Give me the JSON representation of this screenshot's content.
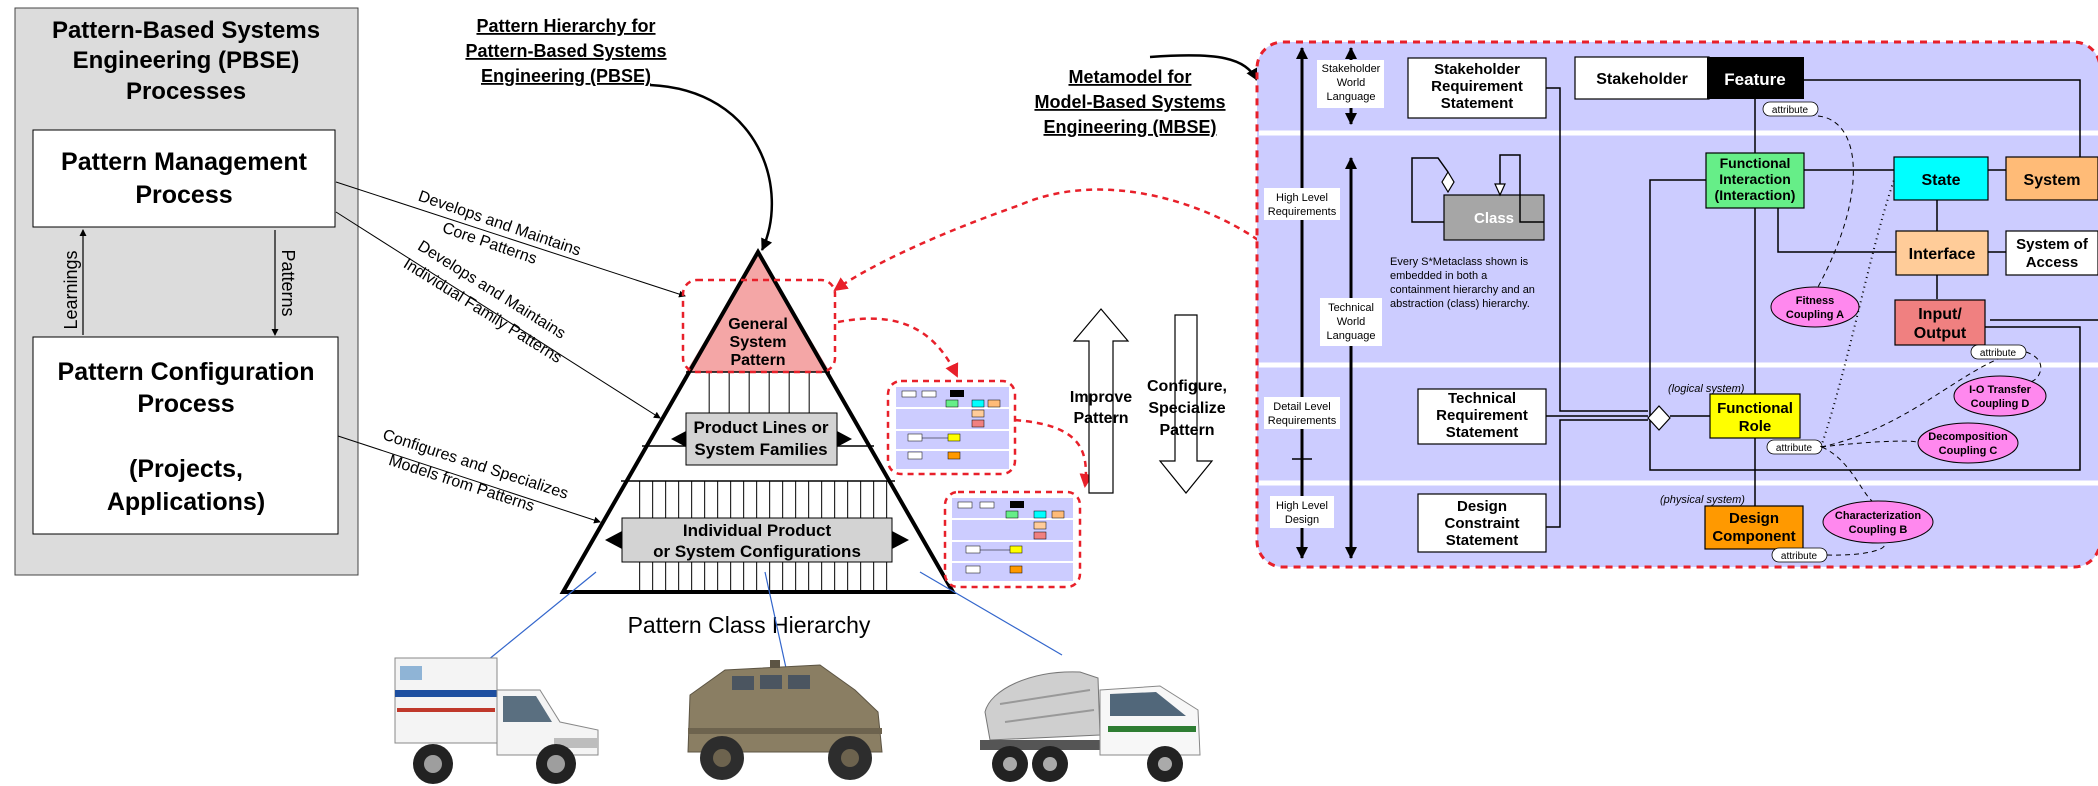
{
  "pbse": {
    "title": [
      "Pattern-Based Systems",
      "Engineering (PBSE)",
      "Processes"
    ],
    "mgmt": [
      "Pattern Management",
      "Process"
    ],
    "config": [
      "Pattern Configuration",
      "Process",
      "",
      "(Projects,",
      "Applications)"
    ],
    "learnings": "Learnings",
    "patterns": "Patterns"
  },
  "arrows": {
    "core": [
      "Develops and Maintains",
      "Core Patterns"
    ],
    "family": [
      "Develops and Maintains",
      "Individual Family Patterns"
    ],
    "configures": [
      "Configures and Specializes",
      "Models from Patterns"
    ]
  },
  "hierarchy": {
    "title": [
      "Pattern Hierarchy for",
      "Pattern-Based Systems",
      "Engineering (PBSE)"
    ],
    "general": [
      "General",
      "System",
      "Pattern"
    ],
    "product_lines": [
      "Product Lines or",
      "System Families"
    ],
    "individual": [
      "Individual Product",
      "or System Configurations"
    ],
    "class_hierarchy": "Pattern Class Hierarchy",
    "improve": [
      "Improve",
      "Pattern"
    ],
    "configure": [
      "Configure,",
      "Specialize",
      "Pattern"
    ]
  },
  "vehicles": [
    "ambulance",
    "armored-vehicle",
    "cement-mixer-truck"
  ],
  "metamodel": {
    "title": [
      "Metamodel for",
      "Model-Based Systems",
      "Engineering (MBSE)"
    ],
    "stakeholder_world": [
      "Stakeholder",
      "World",
      "Language"
    ],
    "high_level_req": [
      "High Level",
      "Requirements"
    ],
    "technical_world": [
      "Technical",
      "World",
      "Language"
    ],
    "detail_level_req": [
      "Detail Level",
      "Requirements"
    ],
    "high_level_design": [
      "High Level",
      "Design"
    ],
    "stakeholder_req_statement": [
      "Stakeholder",
      "Requirement",
      "Statement"
    ],
    "stakeholder": "Stakeholder",
    "feature": "Feature",
    "attribute": "attribute",
    "class_label": "Class",
    "class_note": [
      "Every S*Metaclass shown is",
      "embedded in both a",
      "containment hierarchy and an",
      "abstraction (class) hierarchy."
    ],
    "functional_interaction": [
      "Functional",
      "Interaction",
      "(Interaction)"
    ],
    "state": "State",
    "system": "System",
    "interface": "Interface",
    "system_of_access": [
      "System of",
      "Access"
    ],
    "fitness": [
      "Fitness",
      "Coupling A"
    ],
    "input_output": [
      "Input/",
      "Output"
    ],
    "io_transfer": [
      "I-O Transfer",
      "Coupling D"
    ],
    "logical_system": "(logical system)",
    "functional_role": [
      "Functional",
      "Role"
    ],
    "decomposition": [
      "Decomposition",
      "Coupling C"
    ],
    "technical_req_statement": [
      "Technical",
      "Requirement",
      "Statement"
    ],
    "physical_system": "(physical system)",
    "design_component": [
      "Design",
      "Component"
    ],
    "characterization": [
      "Characterization",
      "Coupling B"
    ],
    "design_constraint": [
      "Design",
      "Constraint",
      "Statement"
    ]
  },
  "colors": {
    "panel_gray": "#dcdcdc",
    "apex_pink": "#f4a6a6",
    "red_dashed": "#e8202a",
    "metamodel_bg": "#ccccff",
    "feature_black": "#000000",
    "functional_interaction_green": "#66ee88",
    "state_cyan": "#00ffff",
    "system_orange": "#ffbb77",
    "interface_peach": "#ffcc99",
    "input_output_red": "#f08080",
    "functional_role_yellow": "#ffff00",
    "design_component_orange": "#ff9900",
    "coupling_magenta": "#ff88ee",
    "class_gray": "#a6a6a6"
  }
}
